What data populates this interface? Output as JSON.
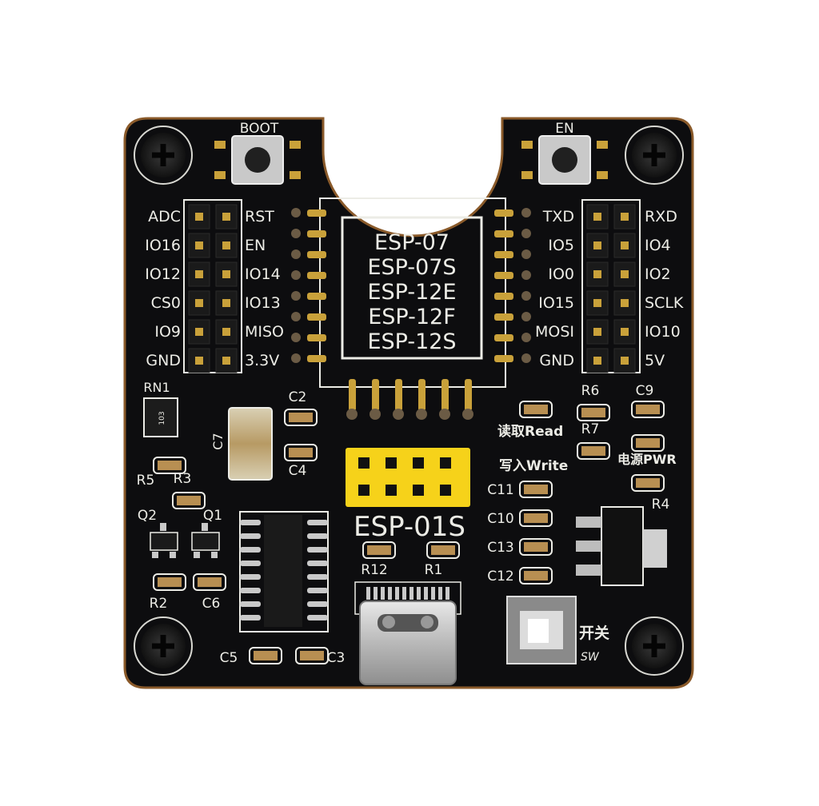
{
  "buttons": {
    "boot": "BOOT",
    "en": "EN"
  },
  "module_labels": [
    "ESP-07",
    "ESP-07S",
    "ESP-12E",
    "ESP-12F",
    "ESP-12S"
  ],
  "left_header_outer": [
    "ADC",
    "IO16",
    "IO12",
    "CS0",
    "IO9",
    "GND"
  ],
  "left_header_inner": [
    "RST",
    "EN",
    "IO14",
    "IO13",
    "MISO",
    "3.3V"
  ],
  "right_header_inner": [
    "TXD",
    "IO5",
    "IO0",
    "IO15",
    "MOSI",
    "GND"
  ],
  "right_header_outer": [
    "RXD",
    "IO4",
    "IO2",
    "SCLK",
    "IO10",
    "5V"
  ],
  "components": {
    "rn1": "RN1",
    "c7": "C7",
    "c2": "C2",
    "c4": "C4",
    "r5": "R5",
    "r3": "R3",
    "q2": "Q2",
    "q1": "Q1",
    "r2": "R2",
    "c6": "C6",
    "c5": "C5",
    "c3": "C3",
    "r12": "R12",
    "r1": "R1",
    "r6": "R6",
    "c9": "C9",
    "r7": "R7",
    "r4": "R4",
    "c11": "C11",
    "c10": "C10",
    "c13": "C13",
    "c12": "C12",
    "rn1_chip": "103"
  },
  "leds": {
    "read": "读取Read",
    "write": "写入Write",
    "power": "电源PWR"
  },
  "esp01s": "ESP-01S",
  "switch": {
    "cn": "开关",
    "en": "SW"
  },
  "colors": {
    "pcb": "#0d0d0f",
    "silk": "#ecece6",
    "gold": "#c9a13a",
    "header_yellow": "#f6d21a"
  }
}
